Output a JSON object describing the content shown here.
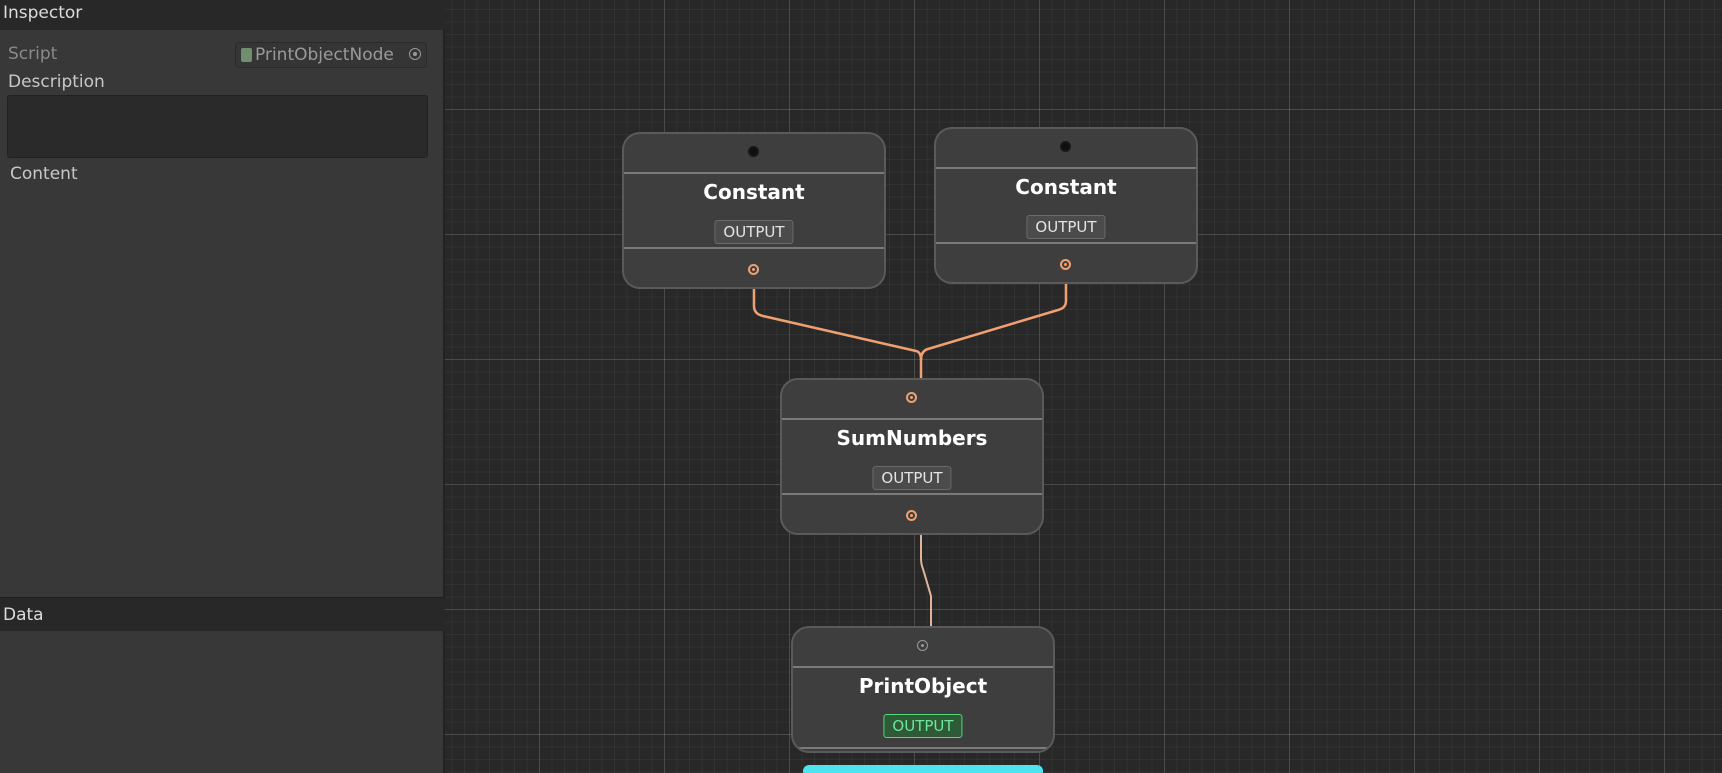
{
  "inspector": {
    "header": "Inspector",
    "script_label": "Script",
    "script_value": "PrintObjectNode",
    "description_label": "Description",
    "description_value": "",
    "content_label": "Content"
  },
  "data_panel": {
    "header": "Data"
  },
  "graph": {
    "edge_color": "#f0a070",
    "nodes": [
      {
        "title": "Constant",
        "output": "OUTPUT"
      },
      {
        "title": "Constant",
        "output": "OUTPUT"
      },
      {
        "title": "SumNumbers",
        "output": "OUTPUT"
      },
      {
        "title": "PrintObject",
        "output": "OUTPUT",
        "status_color": "#4fd97a"
      }
    ]
  },
  "icons": [
    "script-icon",
    "object-picker-icon"
  ]
}
